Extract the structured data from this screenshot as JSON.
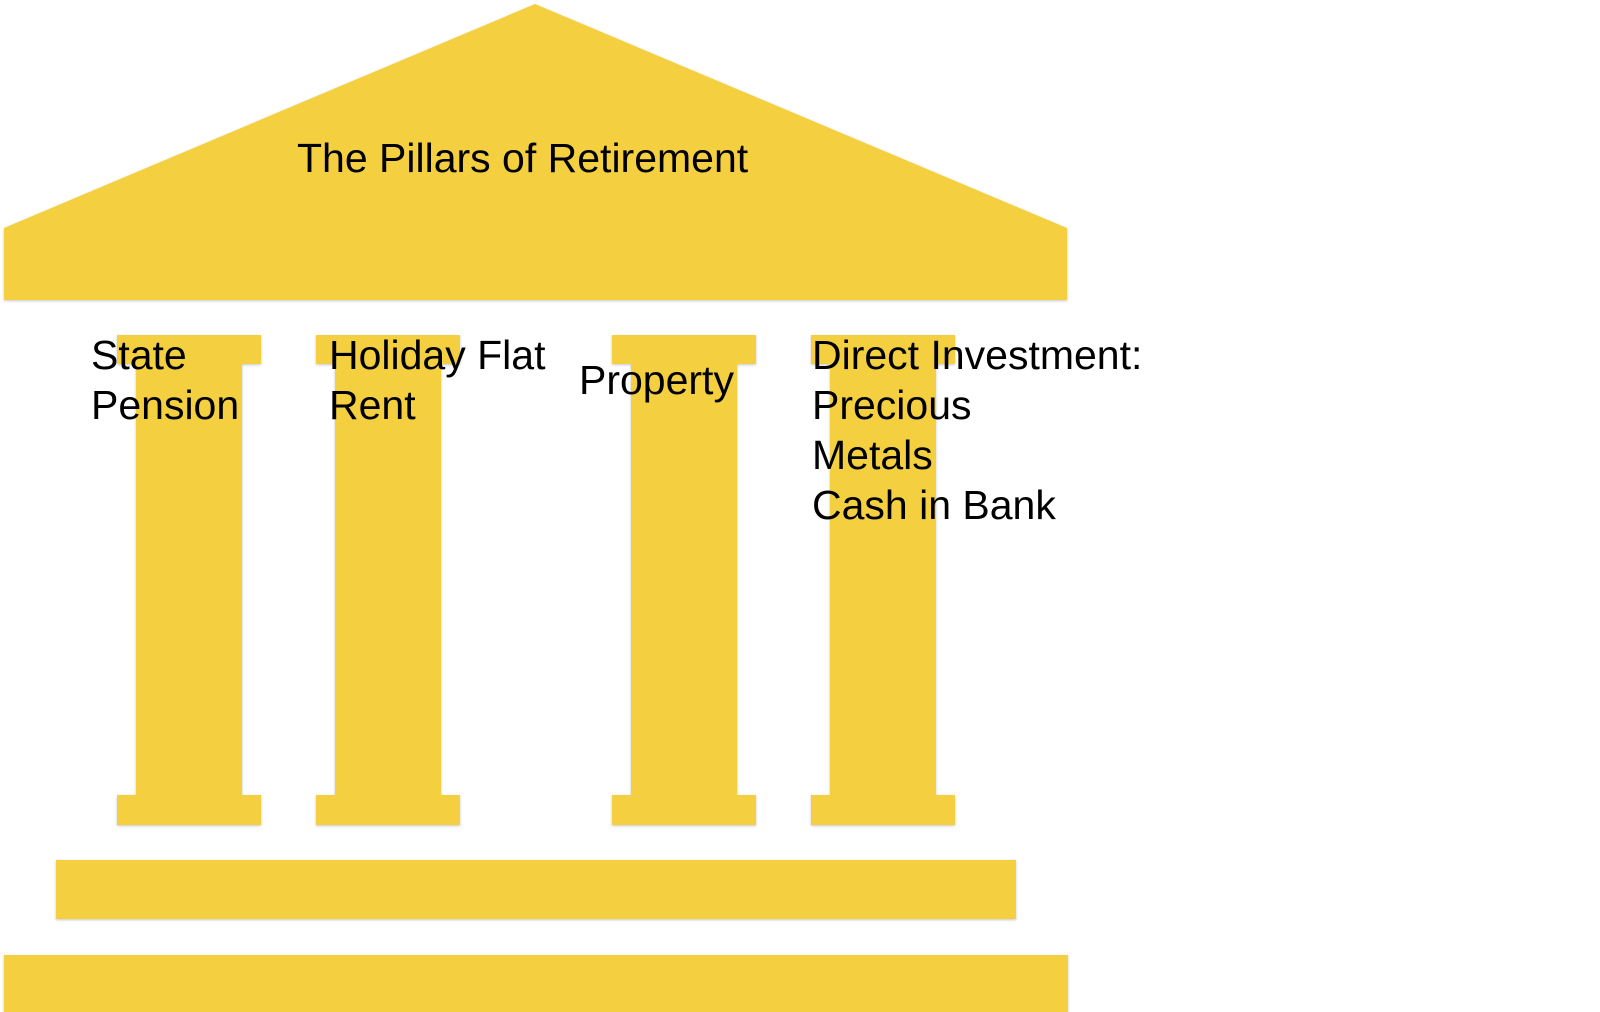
{
  "diagram": {
    "title": "The Pillars of Retirement",
    "fill_color": "#F4D03F",
    "pillars": [
      {
        "lines": [
          "State",
          "Pension"
        ]
      },
      {
        "lines": [
          "Holiday Flat",
          "Rent"
        ]
      },
      {
        "lines": [
          "Property"
        ]
      },
      {
        "lines": [
          "Direct Investment:",
          "Precious",
          "Metals",
          "Cash in Bank"
        ]
      }
    ]
  }
}
